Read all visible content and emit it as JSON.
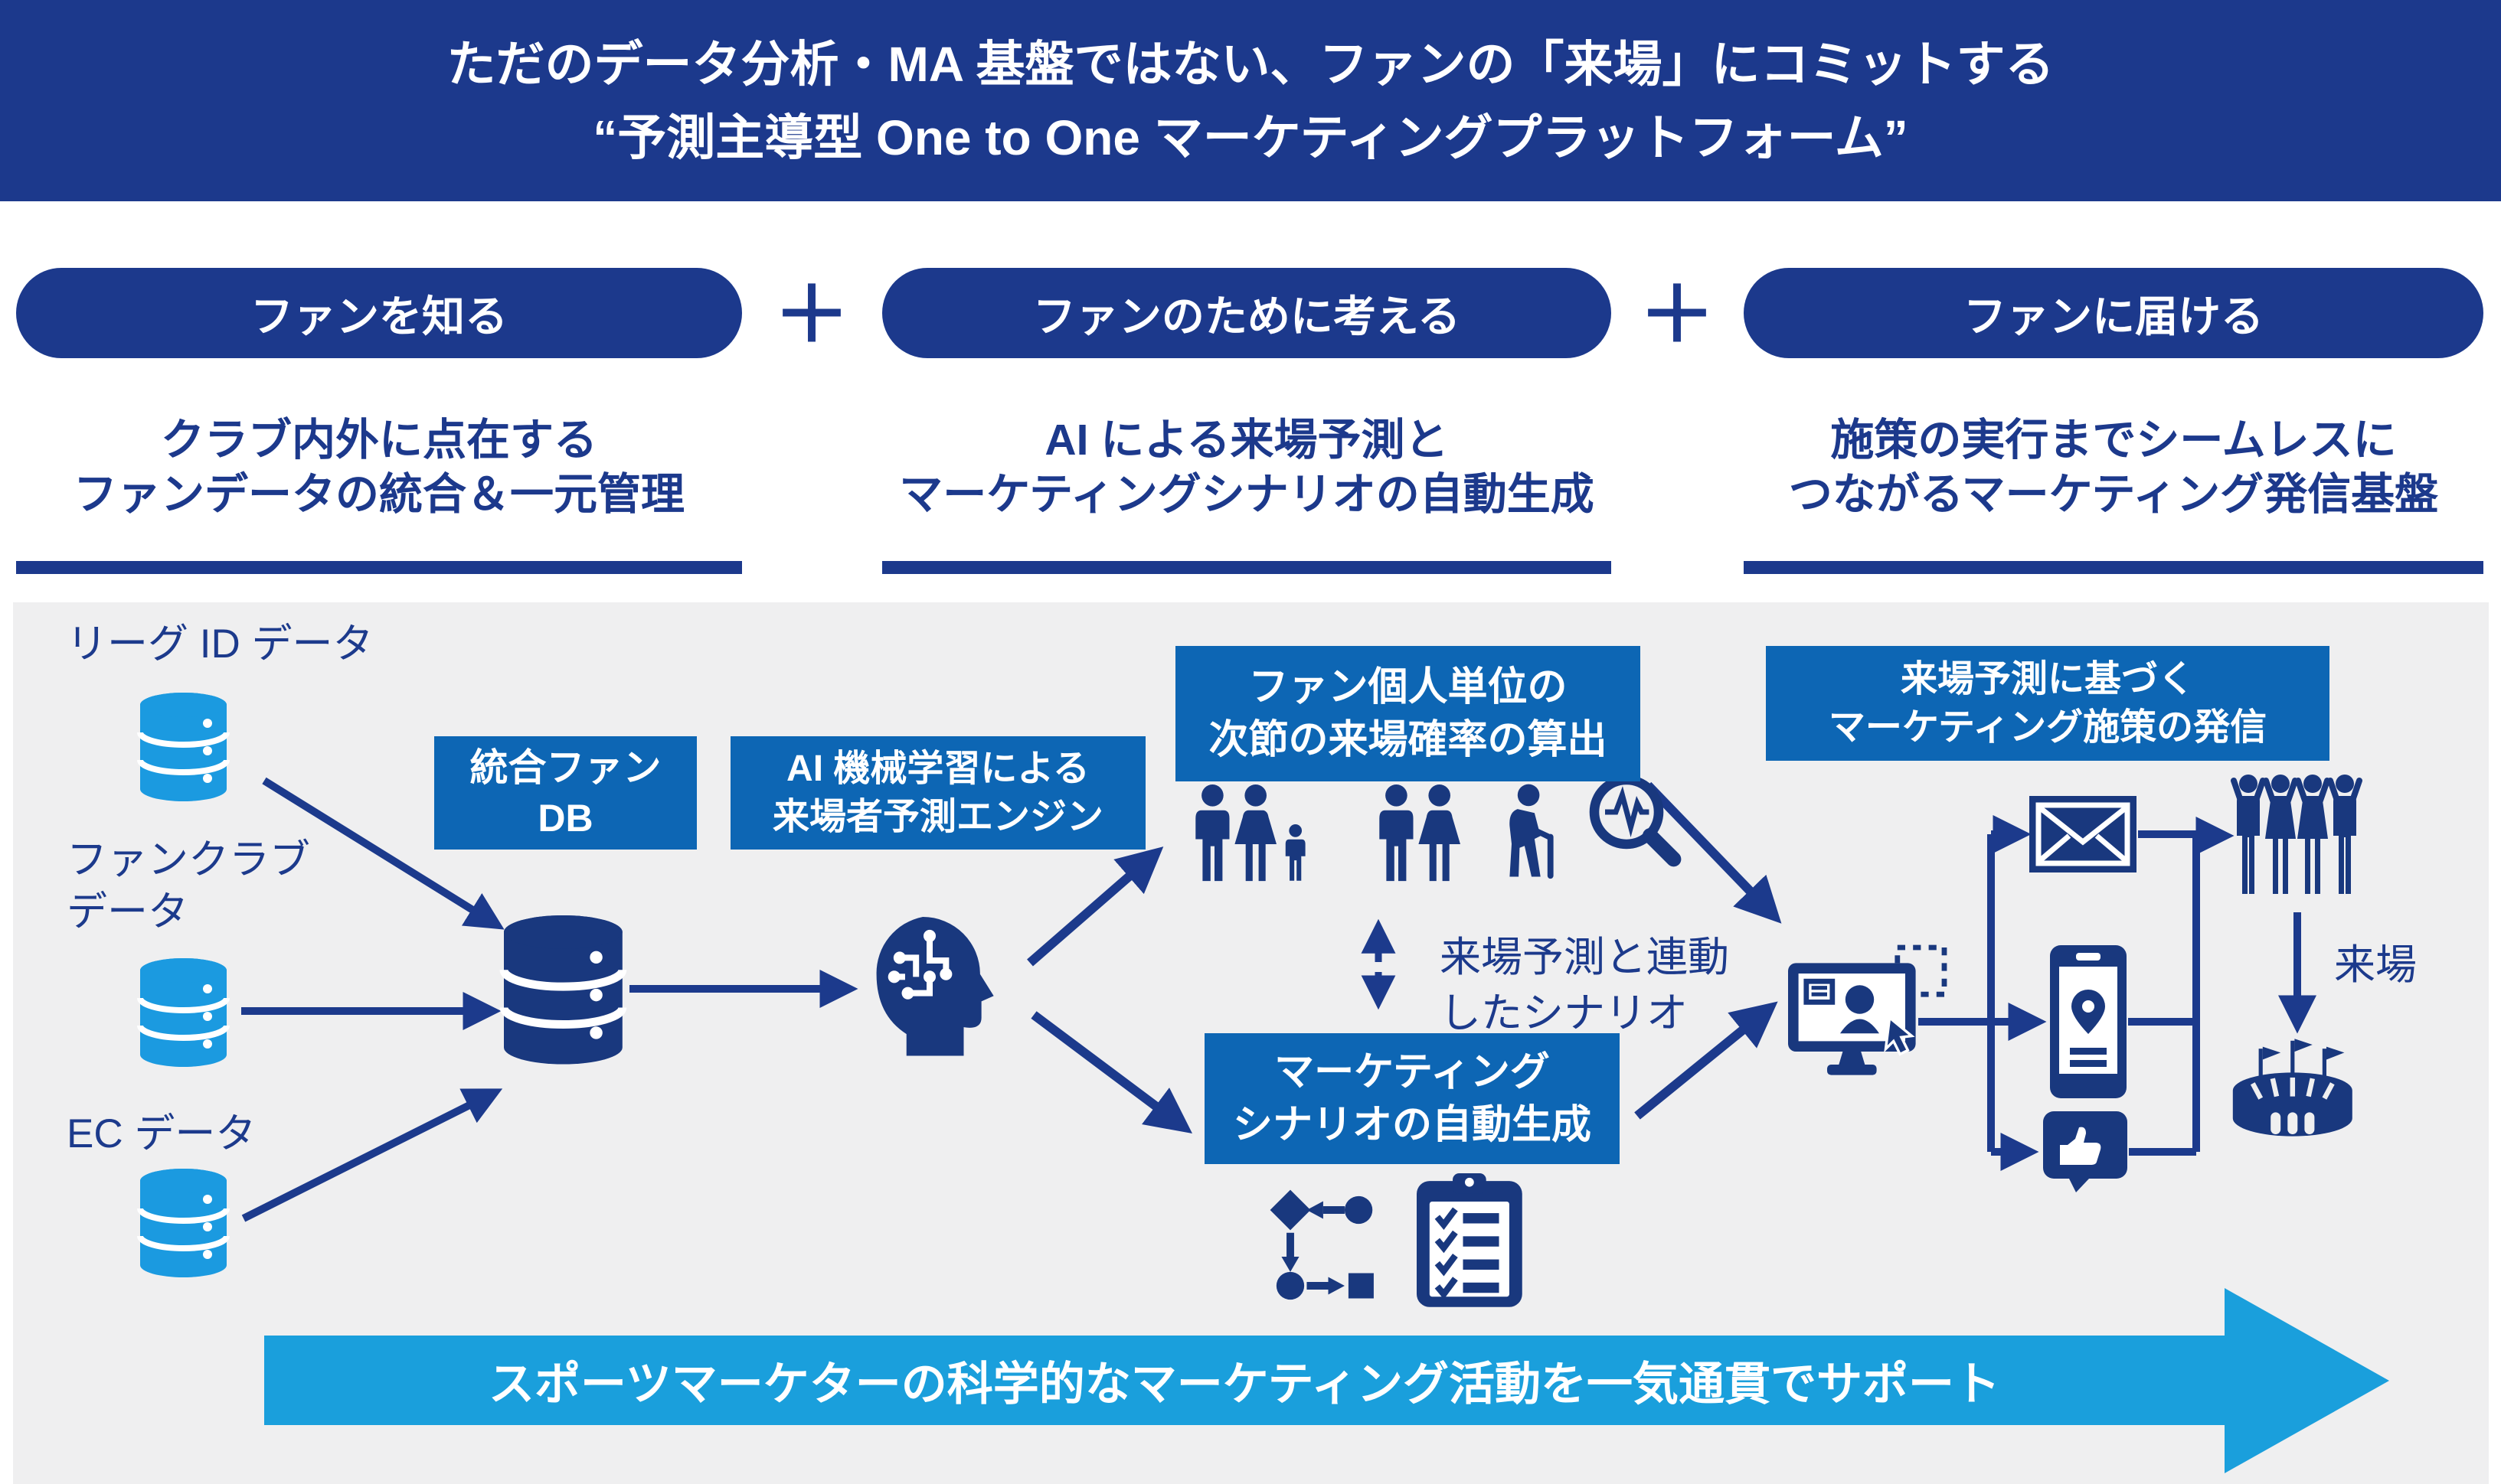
{
  "colors": {
    "navy": "#1c398c",
    "box_blue": "#0d66b4",
    "icon_navy": "#19387e",
    "light_blue": "#1b9ae0",
    "banner_cyan": "#1a9fdc",
    "panel_gray": "#efeff0",
    "white": "#ffffff"
  },
  "header": {
    "line1": "ただのデータ分析・MA 基盤ではない、ファンの「来場」にコミットする",
    "line2": "“予測主導型 One to One マーケティングプラットフォーム”"
  },
  "plus": "＋",
  "pillars": [
    {
      "pill": "ファンを知る",
      "description": "クラブ内外に点在する\nファンデータの統合＆一元管理"
    },
    {
      "pill": "ファンのために考える",
      "description": "AI による来場予測と\nマーケティングシナリオの自動生成"
    },
    {
      "pill": "ファンに届ける",
      "description": "施策の実行までシームレスに\nつながるマーケティング発信基盤"
    }
  ],
  "diagram": {
    "sources": [
      {
        "label": "リーグ ID データ"
      },
      {
        "label": "ファンクラブ\nデータ"
      },
      {
        "label": "EC データ"
      }
    ],
    "integrated_db_box": "統合ファン\nDB",
    "ai_engine_box": "AI 機械学習による\n来場者予測エンジン",
    "probability_box": "ファン個人単位の\n次節の来場確率の算出",
    "scenario_box": "マーケティング\nシナリオの自動生成",
    "scenario_link_note": "来場予測と連動\nしたシナリオ",
    "delivery_box": "来場予測に基づく\nマーケティング施策の発信",
    "attendance_label": "来場"
  },
  "banner": {
    "text": "スポーツマーケターの科学的なマーケティング活動を一気通貫でサポート"
  },
  "icons": {
    "source_data": "database-cylinder",
    "integrated_data": "database-cylinder-dark",
    "prediction_engine": "ai-head-circuit",
    "fan_segments": [
      "family",
      "couple",
      "elderly-with-cane",
      "magnifier-pulse"
    ],
    "scenario_tools": [
      "flowchart",
      "checklist-clipboard"
    ],
    "delivery_hub": "monitor-user-cursor",
    "channels": [
      "email-envelope",
      "smartphone-location",
      "sns-like-bubble"
    ],
    "outcome": [
      "cheering-fans",
      "stadium-flags"
    ]
  }
}
